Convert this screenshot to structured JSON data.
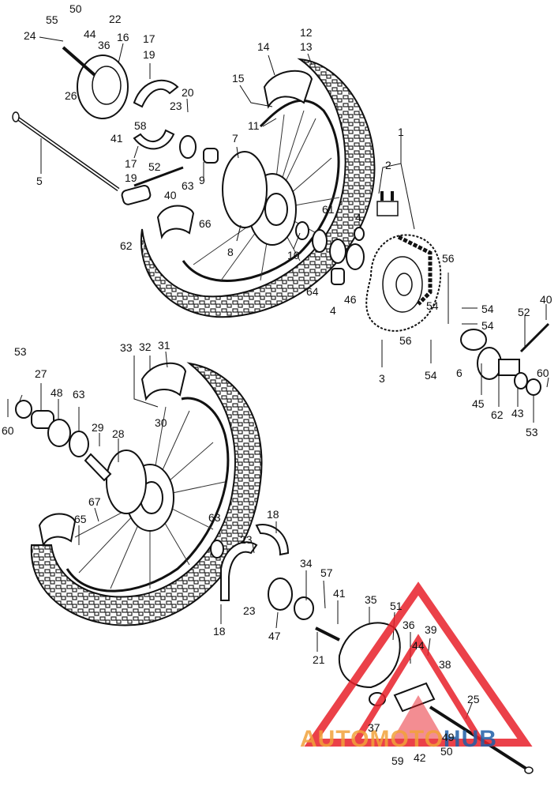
{
  "watermark": {
    "brand_left": "AUTOMO",
    "brand_mid": "TO",
    "brand_right": "HUB",
    "triangle_color": "#e8202a",
    "text_color_left": "#f2a23a",
    "text_color_right": "#1f5fa8"
  },
  "callouts": {
    "c1": "1",
    "c2": "2",
    "c3": "3",
    "c4a": "4",
    "c4b": "4",
    "c5": "5",
    "c6": "6",
    "c7": "7",
    "c8": "8",
    "c9": "9",
    "c10": "10",
    "c11": "11",
    "c12": "12",
    "c13": "13",
    "c14": "14",
    "c15": "15",
    "c16": "16",
    "c17a": "17",
    "c17b": "17",
    "c18a": "18",
    "c18b": "18",
    "c19a": "19",
    "c19b": "19",
    "c20": "20",
    "c21": "21",
    "c22": "22",
    "c23a": "23",
    "c23b": "23",
    "c23c": "23",
    "c24": "24",
    "c25": "25",
    "c26": "26",
    "c27": "27",
    "c28": "28",
    "c29": "29",
    "c30": "30",
    "c31": "31",
    "c32": "32",
    "c33": "33",
    "c34": "34",
    "c35": "35",
    "c36a": "36",
    "c36b": "36",
    "c37": "37",
    "c38": "38",
    "c39": "39",
    "c40a": "40",
    "c40b": "40",
    "c41a": "41",
    "c41b": "41",
    "c42": "42",
    "c43": "43",
    "c44a": "44",
    "c44b": "44",
    "c45": "45",
    "c46": "46",
    "c47": "47",
    "c48": "48",
    "c49": "49",
    "c50a": "50",
    "c50b": "50",
    "c51": "51",
    "c52a": "52",
    "c52b": "52",
    "c53a": "53",
    "c53b": "53",
    "c54a": "54",
    "c54b": "54",
    "c54c": "54",
    "c54d": "54",
    "c55": "55",
    "c56a": "56",
    "c56b": "56",
    "c57": "57",
    "c58": "58",
    "c59": "59",
    "c60a": "60",
    "c60b": "60",
    "c61": "61",
    "c62a": "62",
    "c62b": "62",
    "c63a": "63",
    "c63b": "63",
    "c63c": "63",
    "c64": "64",
    "c65": "65",
    "c66": "66",
    "c67": "67"
  }
}
